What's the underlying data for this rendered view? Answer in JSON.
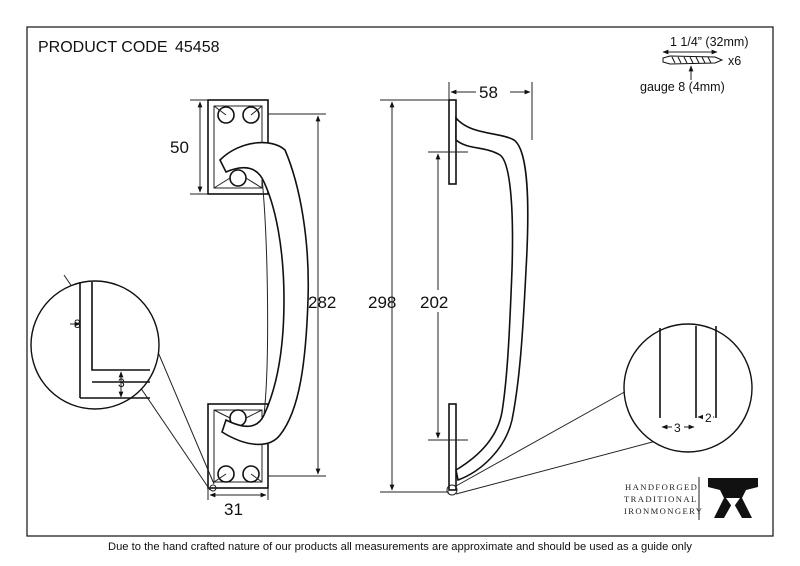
{
  "header": {
    "product_label": "PRODUCT CODE",
    "product_code": "45458"
  },
  "screw_spec": {
    "length": "1 1/4” (32mm)",
    "quantity": "x6",
    "gauge": "gauge 8 (4mm)"
  },
  "front_view": {
    "plate_height": "50",
    "overall_height": "282",
    "plate_width": "31"
  },
  "side_view": {
    "overall_height": "298",
    "center_height": "202",
    "projection": "58"
  },
  "detail_left": {
    "vertical_dim": "3",
    "horizontal_dim": "3"
  },
  "detail_right": {
    "left_dim": "3",
    "right_dim": "2"
  },
  "brand": {
    "line1": "HANDFORGED",
    "line2": "TRADITIONAL",
    "line3": "IRONMONGERY"
  },
  "footer": {
    "note": "Due to the hand crafted nature of our products all measurements are approximate and should be used as a guide only"
  }
}
